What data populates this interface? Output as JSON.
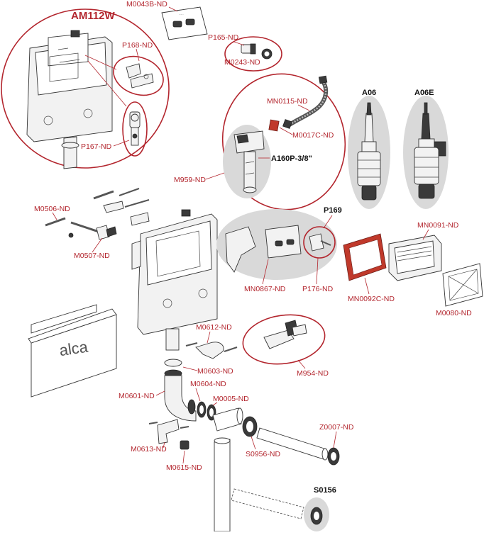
{
  "title": "AM112W",
  "brand": "alca",
  "bold_labels": {
    "a06": "A06",
    "a06e": "A06E",
    "p169": "P169",
    "s0156": "S0156",
    "a160p": "A160P-3/8\""
  },
  "part_labels": {
    "m0043b": "M0043B-ND",
    "p168": "P168-ND",
    "p165": "P165-ND",
    "m0243": "M0243-ND",
    "mn0115": "MN0115-ND",
    "m0017c": "M0017C-ND",
    "p167": "P167-ND",
    "m959": "M959-ND",
    "m0506": "M0506-ND",
    "m0507": "M0507-ND",
    "mn0867": "MN0867-ND",
    "p176": "P176-ND",
    "mn0091": "MN0091-ND",
    "mn0092c": "MN0092C-ND",
    "m0080": "M0080-ND",
    "m0612": "M0612-ND",
    "m954": "M954-ND",
    "m0603": "M0603-ND",
    "m0604": "M0604-ND",
    "m0601": "M0601-ND",
    "m0005": "M0005-ND",
    "z0007": "Z0007-ND",
    "s0956": "S0956-ND",
    "m0613": "M0613-ND",
    "m0615": "M0615-ND"
  },
  "colors": {
    "label_red": "#b3262e",
    "frame_red": "#c0392b",
    "highlight_gray": "#d9d9d9"
  }
}
